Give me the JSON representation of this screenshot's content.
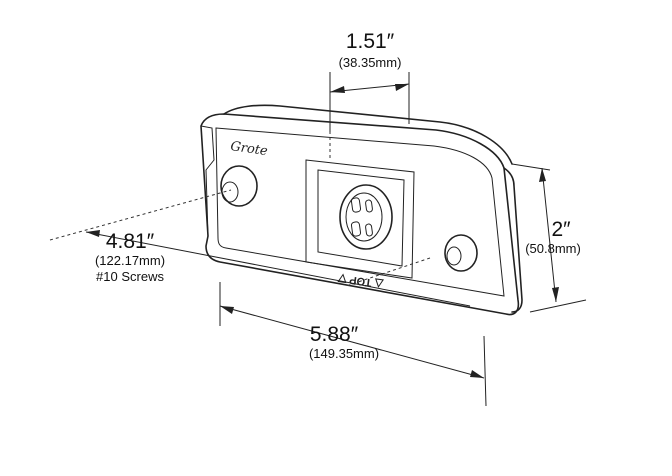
{
  "dimensions": {
    "depth": {
      "value": "1.51″",
      "metric": "(38.35mm)"
    },
    "height": {
      "value": "2″",
      "metric": "(50.8mm)"
    },
    "screw_spacing": {
      "value": "4.81″",
      "metric": "(122.17mm)",
      "note": "#10 Screws"
    },
    "length": {
      "value": "5.88″",
      "metric": "(149.35mm)"
    }
  },
  "housing": {
    "logo": "Grote",
    "orientation_mark": "△ TOP ▽"
  }
}
